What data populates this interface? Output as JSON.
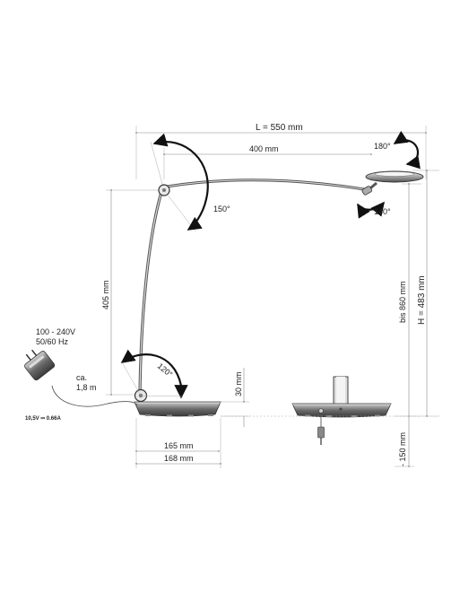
{
  "dimensions": {
    "total_length": "L = 550 mm",
    "arm_length": "400 mm",
    "rotation_head": "180°",
    "rotation_joint": "150°",
    "rotation_head_tilt": "140°",
    "rotation_base": "120°",
    "lower_arm_height": "405 mm",
    "max_height": "bis 860 mm",
    "total_height": "H = 483 mm",
    "base_height": "30 mm",
    "base_width_inner": "165 mm",
    "base_width_outer": "168 mm",
    "below_table": "- 150 mm"
  },
  "power": {
    "voltage_range": "100 - 240V",
    "frequency": "50/60 Hz",
    "cable_prefix": "ca.",
    "cable_length": "1,8 m",
    "output": "10,5V ⎓ 0.66A"
  },
  "colors": {
    "line": "#444444",
    "dimension": "#888888",
    "arrow": "#111111",
    "metal": "#c8c8c8",
    "base": "#5a5a5a"
  }
}
